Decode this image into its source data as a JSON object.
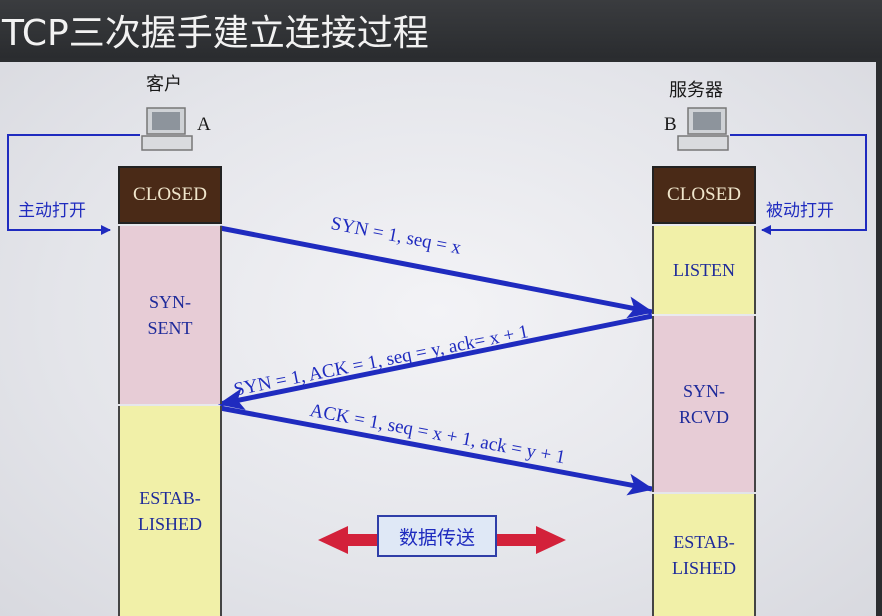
{
  "title": "TCP三次握手建立连接过程",
  "client": {
    "label": "客户",
    "letter": "A",
    "open_label": "主动打开",
    "states": [
      "CLOSED",
      "SYN-\nSENT",
      "ESTAB-\nLISHED"
    ]
  },
  "server": {
    "label": "服务器",
    "letter": "B",
    "open_label": "被动打开",
    "states": [
      "CLOSED",
      "LISTEN",
      "SYN-\nRCVD",
      "ESTAB-\nLISHED"
    ]
  },
  "messages": [
    "SYN = 1, seq = x",
    "SYN = 1, ACK = 1, seq = y, ack= x + 1",
    "ACK = 1, seq = x + 1, ack = y + 1"
  ],
  "transfer_label": "数据传送",
  "colors": {
    "arrow": "#1f2bbf",
    "closed": "#4a2a17",
    "pink": "#e7ccd6",
    "yellow": "#f1f0a8",
    "transfer_arrow": "#d3213a"
  },
  "icons": [
    "computer-icon"
  ]
}
